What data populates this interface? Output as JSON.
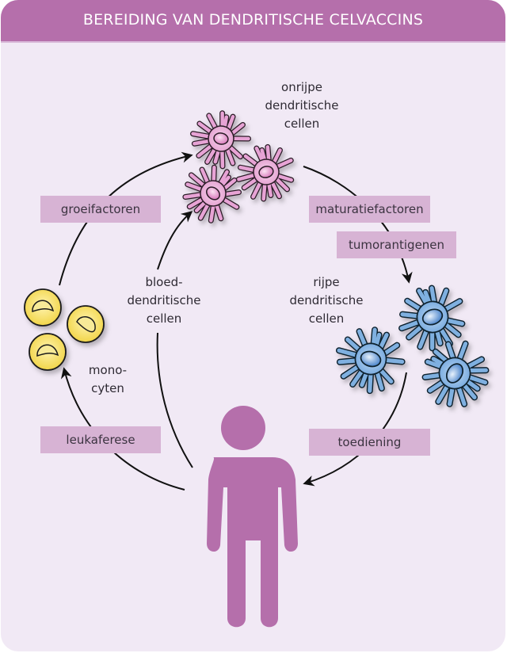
{
  "header": {
    "title": "BEREIDING VAN DENDRITISCHE CELVACCINS"
  },
  "colors": {
    "header_bg": "#b56fab",
    "background": "#f1e9f5",
    "label_bg": "#d7b3d4",
    "person": "#b56fab",
    "immature_cell": "#e7a3d5",
    "mature_cell": "#7fb0e0",
    "monocyte": "#f3dc55"
  },
  "process_labels": {
    "growth_factors": "groeifactoren",
    "maturation_factors": "maturatiefactoren",
    "tumor_antigens": "tumorantigenen",
    "leukapheresis": "leukaferese",
    "administration": "toediening"
  },
  "cell_captions": {
    "immature": [
      "onrijpe",
      "dendritische",
      "cellen"
    ],
    "mature": [
      "rijpe",
      "dendritische",
      "cellen"
    ],
    "blood": [
      "bloed-",
      "dendritische",
      "cellen"
    ],
    "monocytes": [
      "mono-",
      "cyten"
    ]
  },
  "icons": {
    "person": "person-icon",
    "immature_cells": "immature-dendritic-cell-icon",
    "mature_cells": "mature-dendritic-cell-icon",
    "monocytes": "monocyte-icon"
  }
}
